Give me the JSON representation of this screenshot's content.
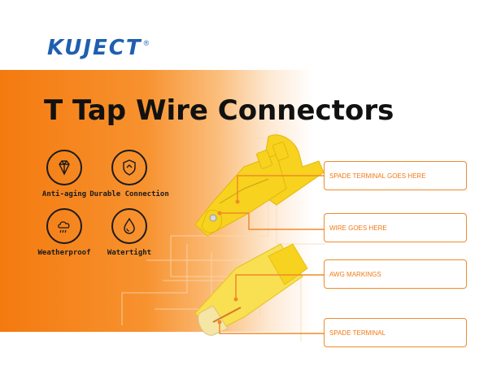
{
  "brand": {
    "name": "KUJECT",
    "registered": "®"
  },
  "title": "T Tap Wire Connectors",
  "features": [
    {
      "label": "Anti-aging",
      "icon": "diamond-icon"
    },
    {
      "label": "Durable Connection",
      "icon": "shield-icon"
    },
    {
      "label": "Weatherproof",
      "icon": "weather-icon"
    },
    {
      "label": "Watertight",
      "icon": "water-drop-icon"
    }
  ],
  "callouts": [
    "SPADE TERMINAL GOES HERE",
    "WIRE GOES HERE",
    "AWG MARKINGS",
    "SPADE TERMINAL"
  ],
  "colors": {
    "accent": "#f47a0f",
    "brand": "#1f5fb0",
    "connector": "#f7d21e"
  }
}
